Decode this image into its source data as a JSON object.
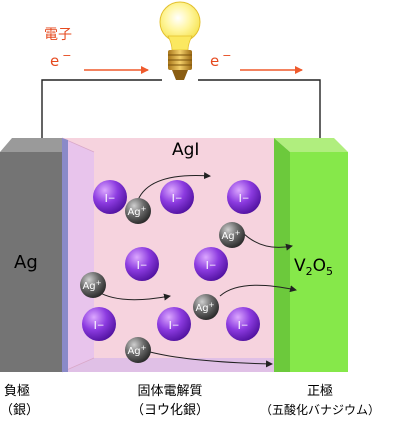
{
  "labels": {
    "electron_jp": "電子",
    "electron_left_base": "e",
    "electron_right_base": "e",
    "electron_sup": "−",
    "electrolyte_formula": "AgI",
    "anode_material": "Ag",
    "cathode_material_v": "V",
    "cathode_material_sub1": "2",
    "cathode_material_o": "O",
    "cathode_material_sub2": "5",
    "anode_name": "負極",
    "anode_detail": "（銀）",
    "electrolyte_name": "固体電解質",
    "electrolyte_detail": "（ヨウ化銀）",
    "cathode_name": "正極",
    "cathode_detail": "（五酸化バナジウム）"
  },
  "ions": {
    "iodide": "I",
    "iodide_charge": "−",
    "silver": "Ag",
    "silver_charge": "+"
  },
  "colors": {
    "anode": "#747474",
    "cathode": "#86e84a",
    "electrolyte_fill": "#f7d4df",
    "electrolyte_side": "#e8c4ec",
    "iodide_ion": "#7a2fd6",
    "silver_ion": "#444444",
    "electron_arrow": "#ef5a2c",
    "bulb": "#fff06a"
  }
}
